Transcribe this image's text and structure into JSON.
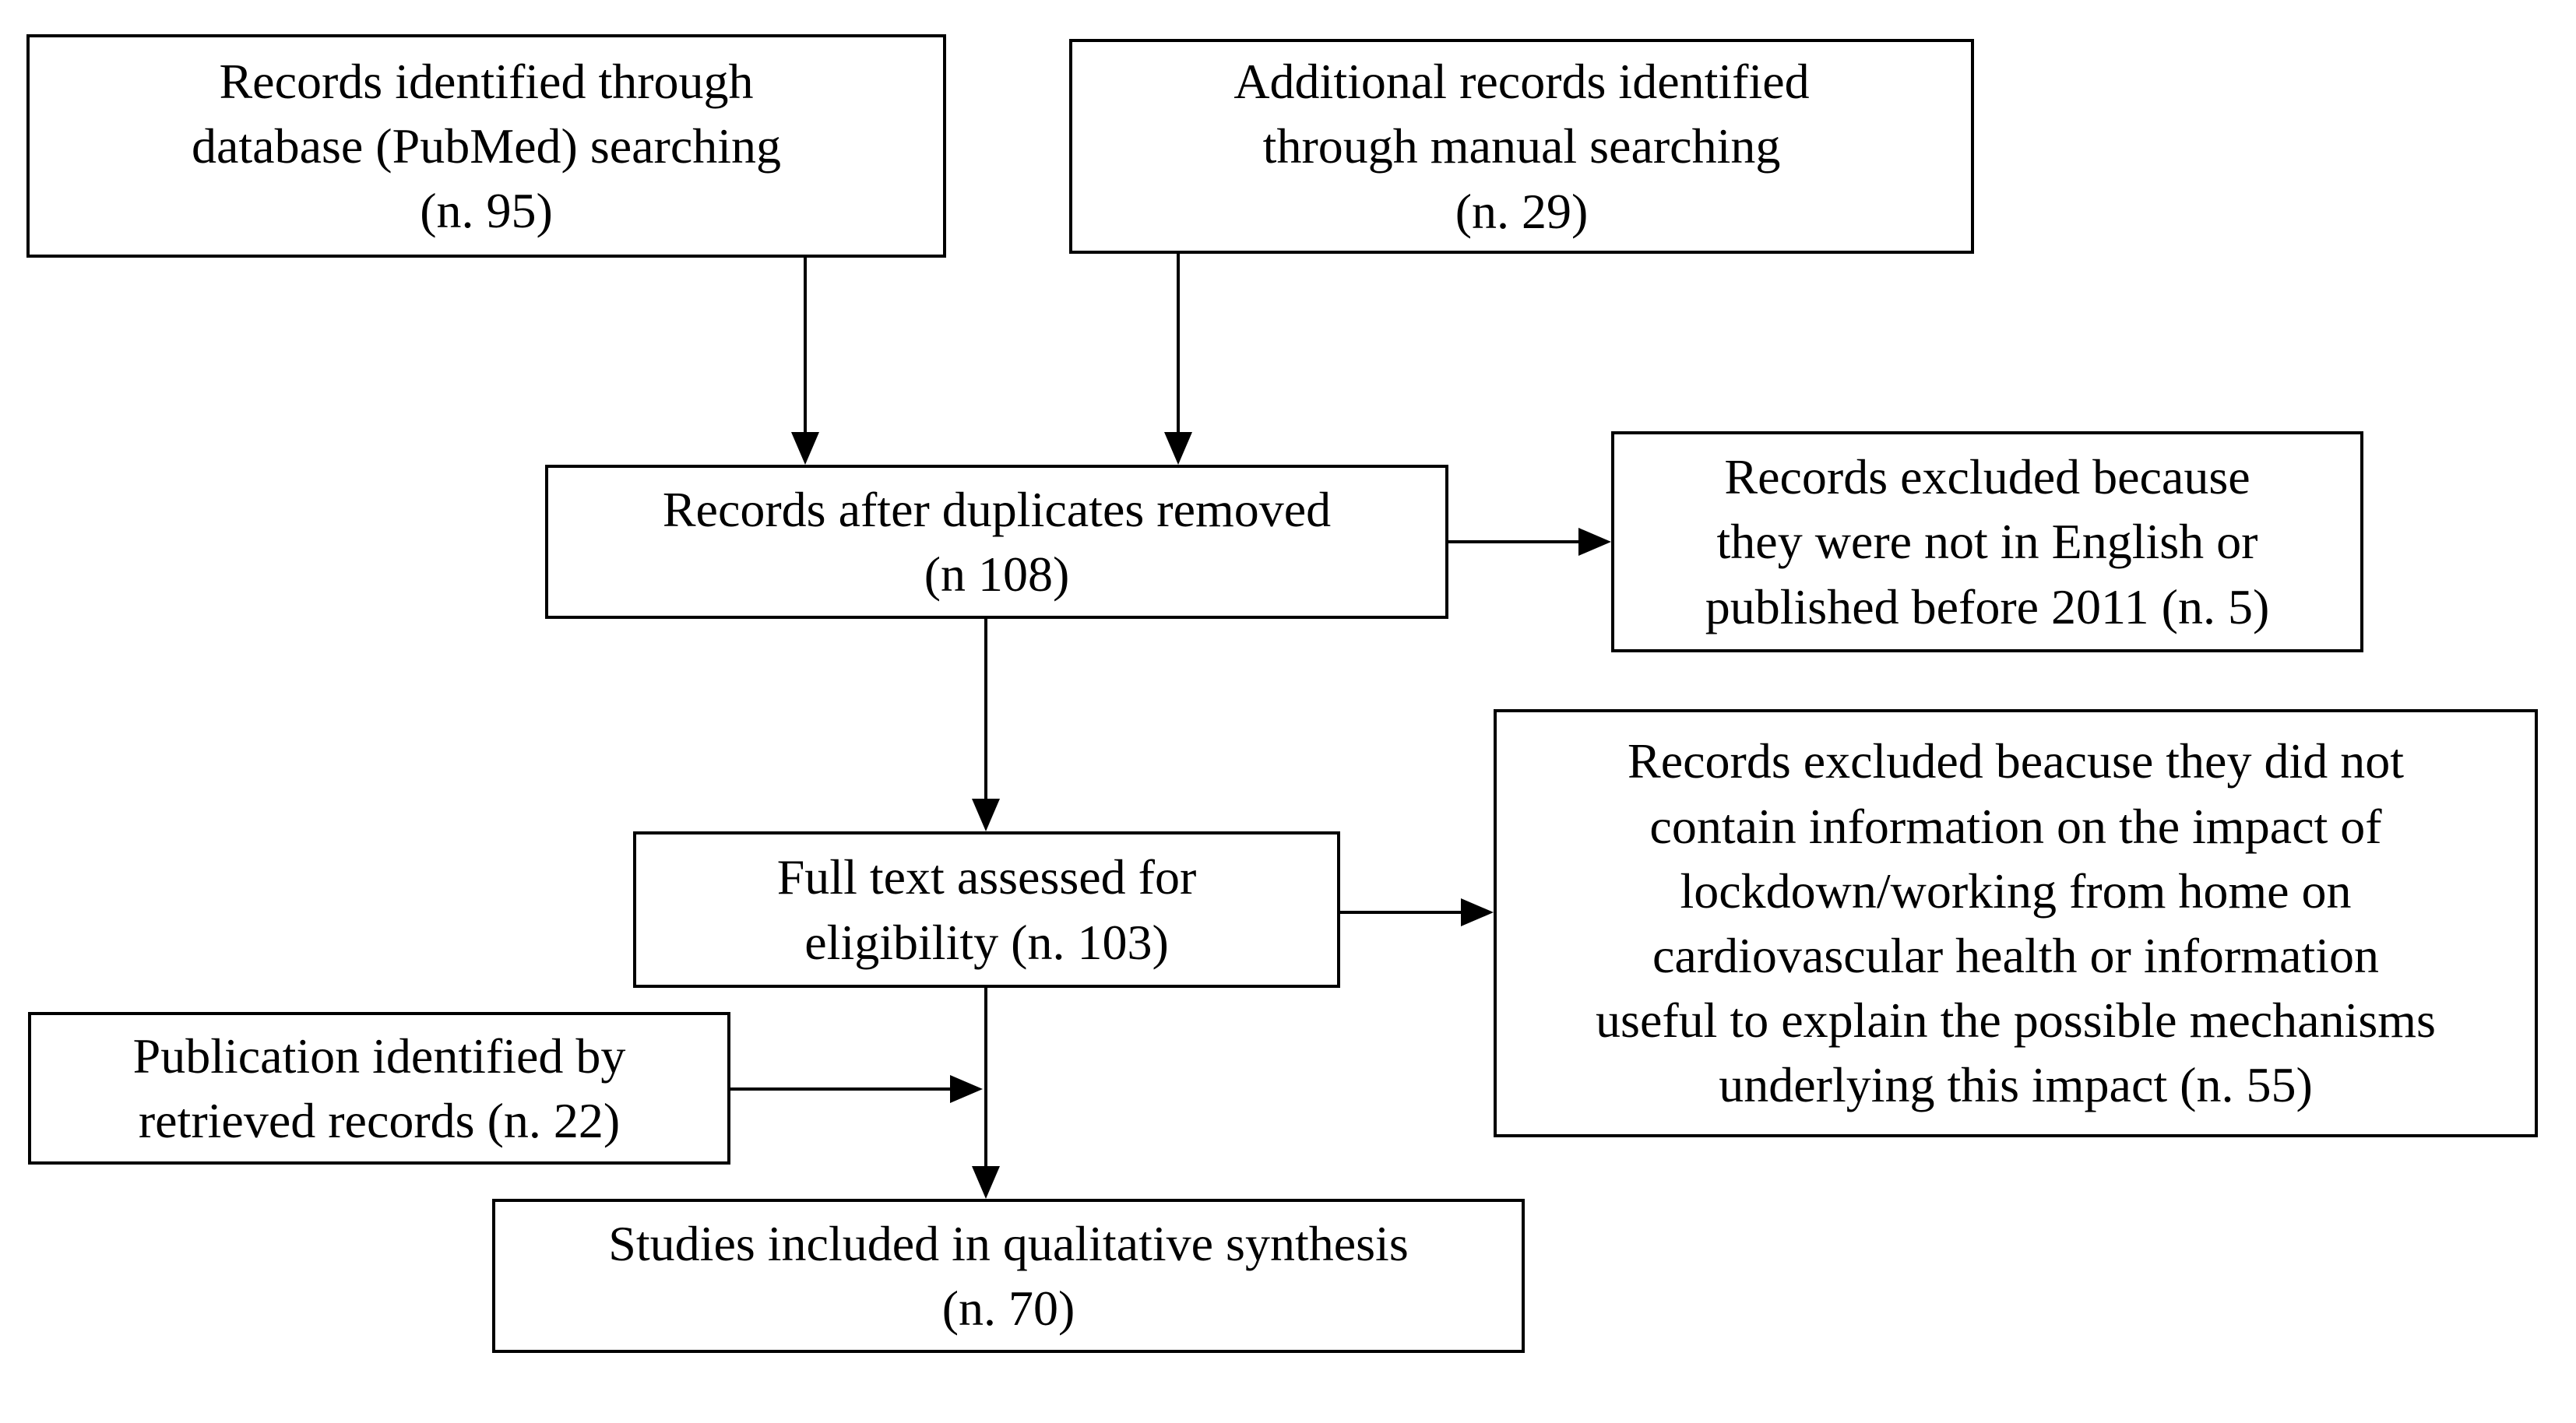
{
  "diagram": {
    "type": "prisma-flowchart",
    "colors": {
      "background": "#ffffff",
      "box_fill": "#ffffff",
      "box_border": "#000000",
      "text": "#000000",
      "arrow": "#000000"
    },
    "boxes": {
      "identified_database": {
        "text": "Records identified through\ndatabase (PubMed) searching\n(n. 95)"
      },
      "additional_manual": {
        "text": "Additional records identified\nthrough manual searching\n(n. 29)"
      },
      "after_duplicates": {
        "text": "Records after duplicates removed\n(n 108)"
      },
      "excluded_language_year": {
        "text": "Records excluded because\nthey were not in English or\npublished before 2011 (n. 5)"
      },
      "full_text_assessed": {
        "text": "Full text assessed for\neligibility (n. 103)"
      },
      "excluded_no_information": {
        "text": "Records excluded beacuse they did not\ncontain information on the impact of\nlockdown/working from home on\ncardiovascular health or information\nuseful to explain the possible mechanisms\nunderlying this impact (n. 55)"
      },
      "publication_retrieved": {
        "text": "Publication identified by\nretrieved records (n. 22)"
      },
      "studies_included": {
        "text": "Studies included in qualitative synthesis\n(n. 70)"
      }
    },
    "edges": [
      {
        "from": "identified_database",
        "to": "after_duplicates"
      },
      {
        "from": "additional_manual",
        "to": "after_duplicates"
      },
      {
        "from": "after_duplicates",
        "to": "excluded_language_year"
      },
      {
        "from": "after_duplicates",
        "to": "full_text_assessed"
      },
      {
        "from": "full_text_assessed",
        "to": "excluded_no_information"
      },
      {
        "from": "publication_retrieved",
        "to": "studies_included"
      },
      {
        "from": "full_text_assessed",
        "to": "studies_included"
      }
    ]
  }
}
